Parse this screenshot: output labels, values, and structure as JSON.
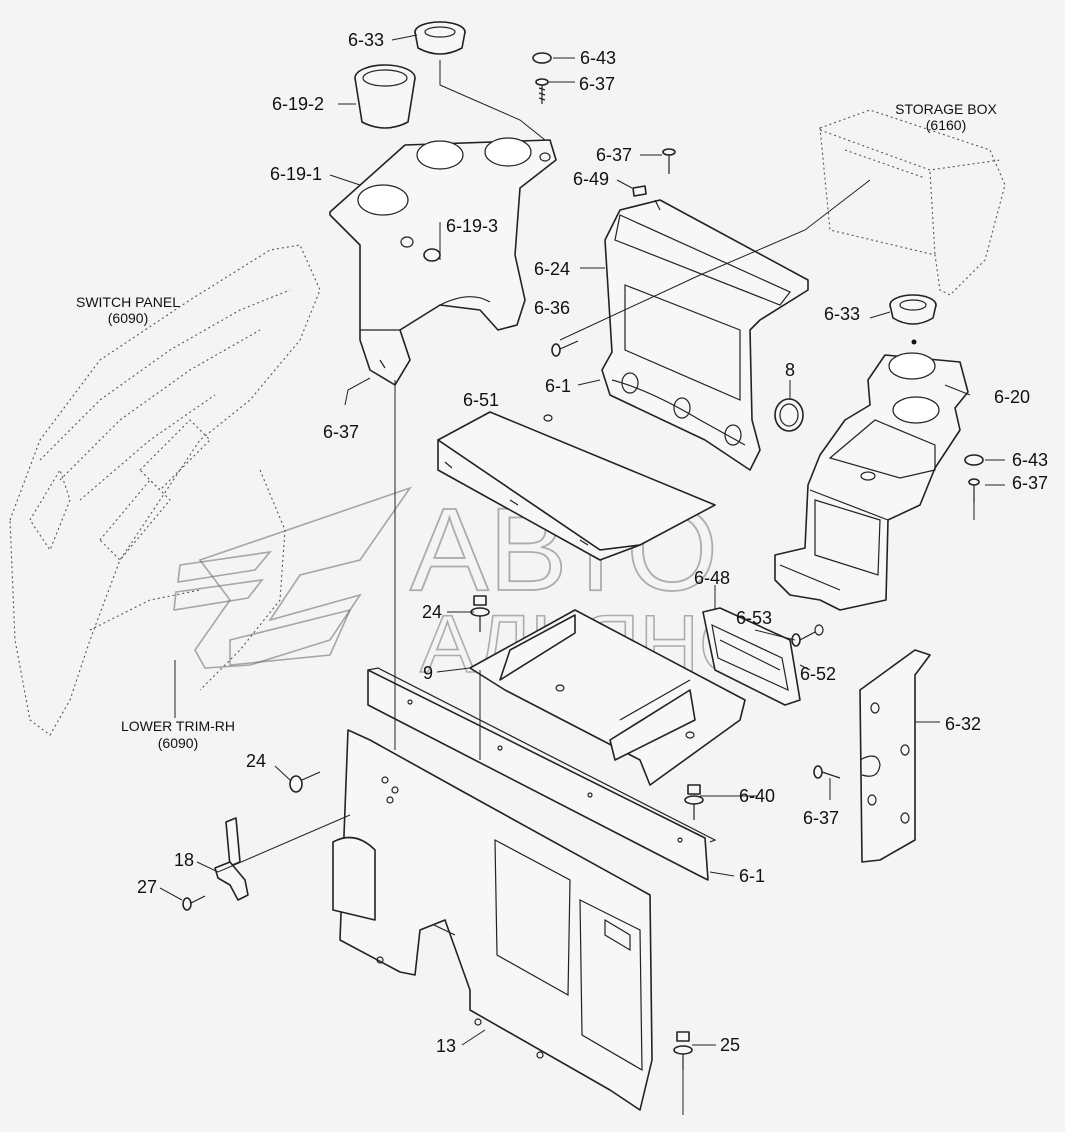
{
  "callouts": {
    "c_6_33_top": "6-33",
    "c_6_43_top": "6-43",
    "c_6_37_top": "6-37",
    "c_6_19_2": "6-19-2",
    "c_6_19_1": "6-19-1",
    "c_6_19_3": "6-19-3",
    "c_6_37_mid": "6-37",
    "c_6_49": "6-49",
    "c_6_24": "6-24",
    "c_6_36": "6-36",
    "c_6_1_upper": "6-1",
    "c_6_37_left": "6-37",
    "c_6_51": "6-51",
    "c_8": "8",
    "c_6_33_right": "6-33",
    "c_6_20": "6-20",
    "c_6_43_right": "6-43",
    "c_6_37_right": "6-37",
    "c_6_48": "6-48",
    "c_24_upper": "24",
    "c_6_53": "6-53",
    "c_9": "9",
    "c_6_52": "6-52",
    "c_6_32": "6-32",
    "c_24_lower": "24",
    "c_6_40": "6-40",
    "c_6_37_lower": "6-37",
    "c_18": "18",
    "c_27": "27",
    "c_6_1_lower": "6-1",
    "c_13": "13",
    "c_25": "25"
  },
  "notes": {
    "storage_box": "STORAGE BOX",
    "storage_box_ref": "(6160)",
    "switch_panel": "SWITCH PANEL",
    "switch_panel_ref": "(6090)",
    "lower_trim": "LOWER TRIM-RH",
    "lower_trim_ref": "(6090)"
  },
  "watermark": {
    "line1": "АВТО",
    "line2": "АЛЬЯНС"
  }
}
